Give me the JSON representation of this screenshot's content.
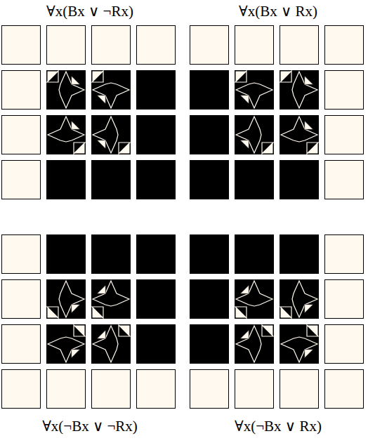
{
  "diagram": {
    "labels": [
      "∀x(Bx ∨ ¬Rx)",
      "∀x(Bx ∨ Rx)",
      "∀x(¬Bx ∨ ¬Rx)",
      "∀x(¬Bx ∨ Rx)"
    ]
  }
}
